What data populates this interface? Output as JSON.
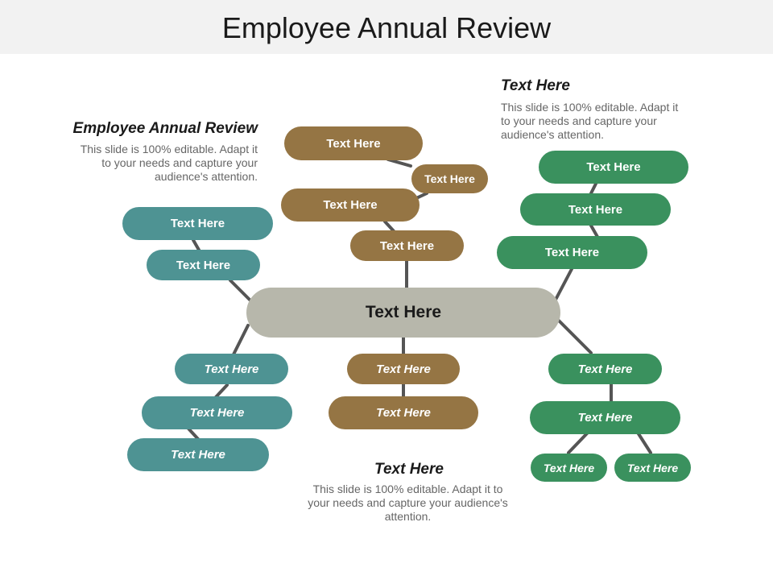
{
  "title": "Employee Annual Review",
  "callouts": {
    "left": {
      "heading": "Employee Annual Review",
      "body": "This slide is 100% editable. Adapt it to your needs and capture your audience's attention."
    },
    "top_right": {
      "heading": "Text Here",
      "body": "This slide is 100% editable. Adapt it to your needs and capture your audience's attention."
    },
    "bottom": {
      "heading": "Text Here",
      "body": "This slide is 100% editable. Adapt it to your needs and capture your audience's attention."
    }
  },
  "center": {
    "label": "Text Here"
  },
  "top_left_branch": [
    "Text Here",
    "Text Here"
  ],
  "top_middle_branch": [
    "Text Here",
    "Text Here",
    "Text Here",
    "Text Here"
  ],
  "top_right_branch": [
    "Text Here",
    "Text Here",
    "Text Here"
  ],
  "bottom_left_branch": [
    "Text Here",
    "Text Here",
    "Text Here"
  ],
  "bottom_middle_branch": [
    "Text Here",
    "Text Here"
  ],
  "bottom_right_branch": [
    "Text Here",
    "Text Here",
    "Text Here",
    "Text Here"
  ],
  "colors": {
    "teal": "#4e9393",
    "brown": "#957544",
    "green": "#3a915e",
    "center": "#b7b7ab"
  }
}
